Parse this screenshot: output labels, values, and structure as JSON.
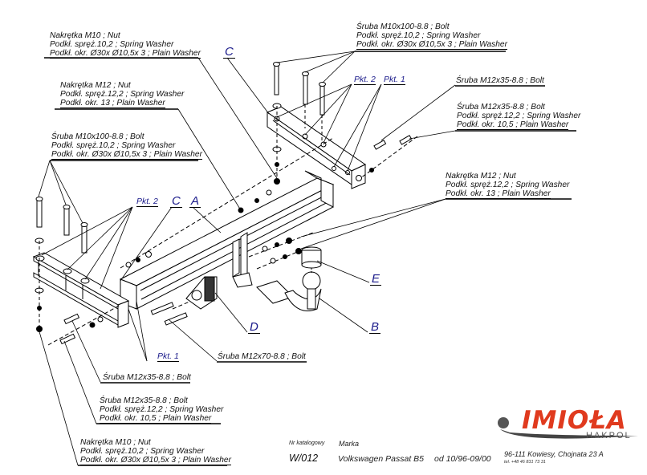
{
  "callouts": {
    "top_left_nut_m10": [
      "Nakrętka  M10 ; Nut",
      "Podkł. spręż.10,2 ; Spring Washer",
      "Podkł. okr.  Ø30x Ø10,5x 3 ; Plain Washer"
    ],
    "top_left_nut_m12": [
      "Nakrętka  M12 ; Nut",
      "Podkł. spręż.12,2 ; Spring Washer",
      "Podkł. okr. 13 ; Plain Washer"
    ],
    "left_bolt_m10": [
      "Śruba M10x100-8.8 ;  Bolt",
      "Podkł. spręż.10,2 ; Spring Washer",
      "Podkł. okr.  Ø30x Ø10,5x 3 ; Plain Washer"
    ],
    "top_right_bolt_m10": [
      "Śruba M10x100-8.8 ;  Bolt",
      "Podkł. spręż.10,2 ; Spring Washer",
      "Podkł. okr.  Ø30x Ø10,5x 3 ; Plain Washer"
    ],
    "right_bolt_m12_single": [
      "Śruba M12x35-8.8 ;  Bolt"
    ],
    "right_bolt_m12_set": [
      "Śruba M12x35-8.8 ;  Bolt",
      "Podkł. spręż.12,2 ; Spring Washer",
      "Podkł. okr. 10,5 ; Plain Washer"
    ],
    "right_nut_m12": [
      "Nakrętka  M12 ; Nut",
      "Podkł. spręż.12,2 ; Spring Washer",
      "Podkł. okr. 13 ; Plain Washer"
    ],
    "bottom_bolt_m12x70": [
      "Śruba M12x70-8.8 ;  Bolt"
    ],
    "bottom_bolt_m12_single": [
      "Śruba M12x35-8.8 ;  Bolt"
    ],
    "bottom_bolt_m12_set": [
      "Śruba M12x35-8.8 ;  Bolt",
      "Podkł. spręż.12,2 ; Spring Washer",
      "Podkł. okr. 10,5 ; Plain Washer"
    ],
    "bottom_nut_m10": [
      "Nakrętka  M10 ; Nut",
      "Podkł. spręż.10,2 ; Spring Washer",
      "Podkł. okr.  Ø30x Ø10,5x 3 ; Plain Washer"
    ]
  },
  "point_tags": {
    "pkt2_top": "Pkt. 2",
    "pkt1_top": "Pkt. 1",
    "pkt2_left": "Pkt. 2",
    "pkt1_bottom": "Pkt. 1"
  },
  "part_letters": {
    "c_top": "C",
    "c_left": "C",
    "a": "A",
    "d": "D",
    "e": "E",
    "b": "B"
  },
  "footer": {
    "catalog_label": "Nr katalogowy",
    "catalog_number": "W/012",
    "brand_label": "Marka",
    "vehicle": "Volkswagen Passat B5",
    "years": "od 10/96-09/00"
  },
  "logo": {
    "name": "IMIOŁA",
    "subtitle": "HAKPOL",
    "address": "96-111  Kowiesy, Chojnata 23 A",
    "phone": "tel. +48 46 831 73 31",
    "accent_color": "#e03a1e"
  }
}
